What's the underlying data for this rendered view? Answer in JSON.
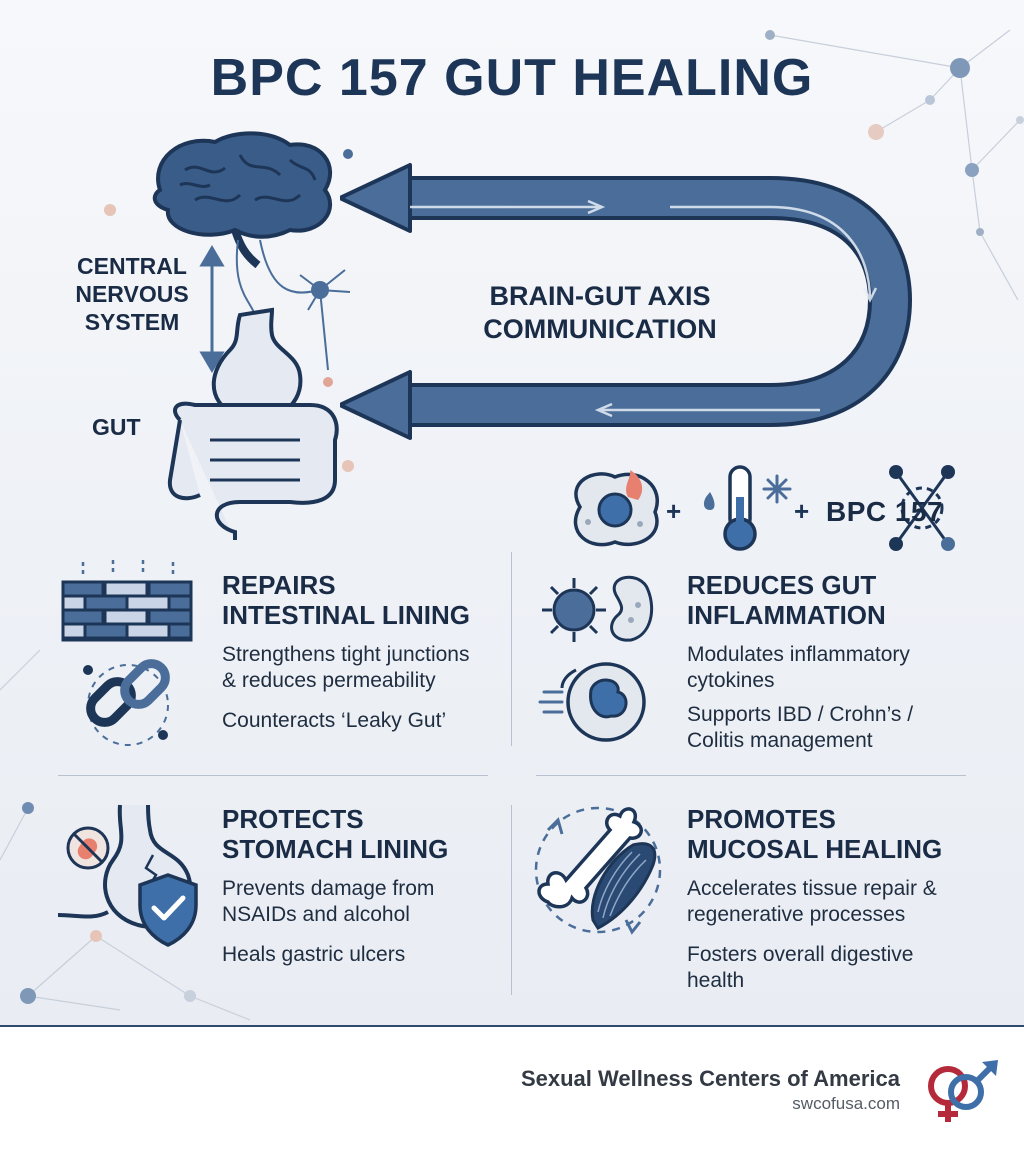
{
  "title": "BPC 157 GUT HEALING",
  "diagram": {
    "cns_label": "CENTRAL\nNERVOUS\nSYSTEM",
    "gut_label": "GUT",
    "axis_label": "BRAIN-GUT AXIS\nCOMMUNICATION",
    "plus_1": "+",
    "plus_2": "+",
    "bpc_label": "BPC 157"
  },
  "sections": [
    {
      "title": "REPAIRS\nINTESTINAL LINING",
      "text_1": "Strengthens tight junctions\n& reduces permeability",
      "text_2": "Counteracts ‘Leaky Gut’"
    },
    {
      "title": "REDUCES GUT\nINFLAMMATION",
      "text_1": "Modulates inflammatory\ncytokines",
      "text_2": "Supports IBD / Crohn’s /\nColitis management"
    },
    {
      "title": "PROTECTS\nSTOMACH LINING",
      "text_1": "Prevents damage from\nNSAIDs and alcohol",
      "text_2": "Heals gastric ulcers"
    },
    {
      "title": "PROMOTES\nMUCOSAL HEALING",
      "text_1": "Accelerates tissue repair &\nregenerative processes",
      "text_2": "Fosters overall digestive\nhealth"
    }
  ],
  "footer": {
    "brand_name": "Sexual Wellness Centers of America",
    "brand_url": "swcofusa.com"
  },
  "colors": {
    "navy": "#1d3557",
    "steel_blue": "#4a6e99",
    "light_blue": "#c9d5e6",
    "accent_red": "#b52a3a",
    "accent_blue": "#3f6fa8",
    "flame": "#e7806f"
  }
}
